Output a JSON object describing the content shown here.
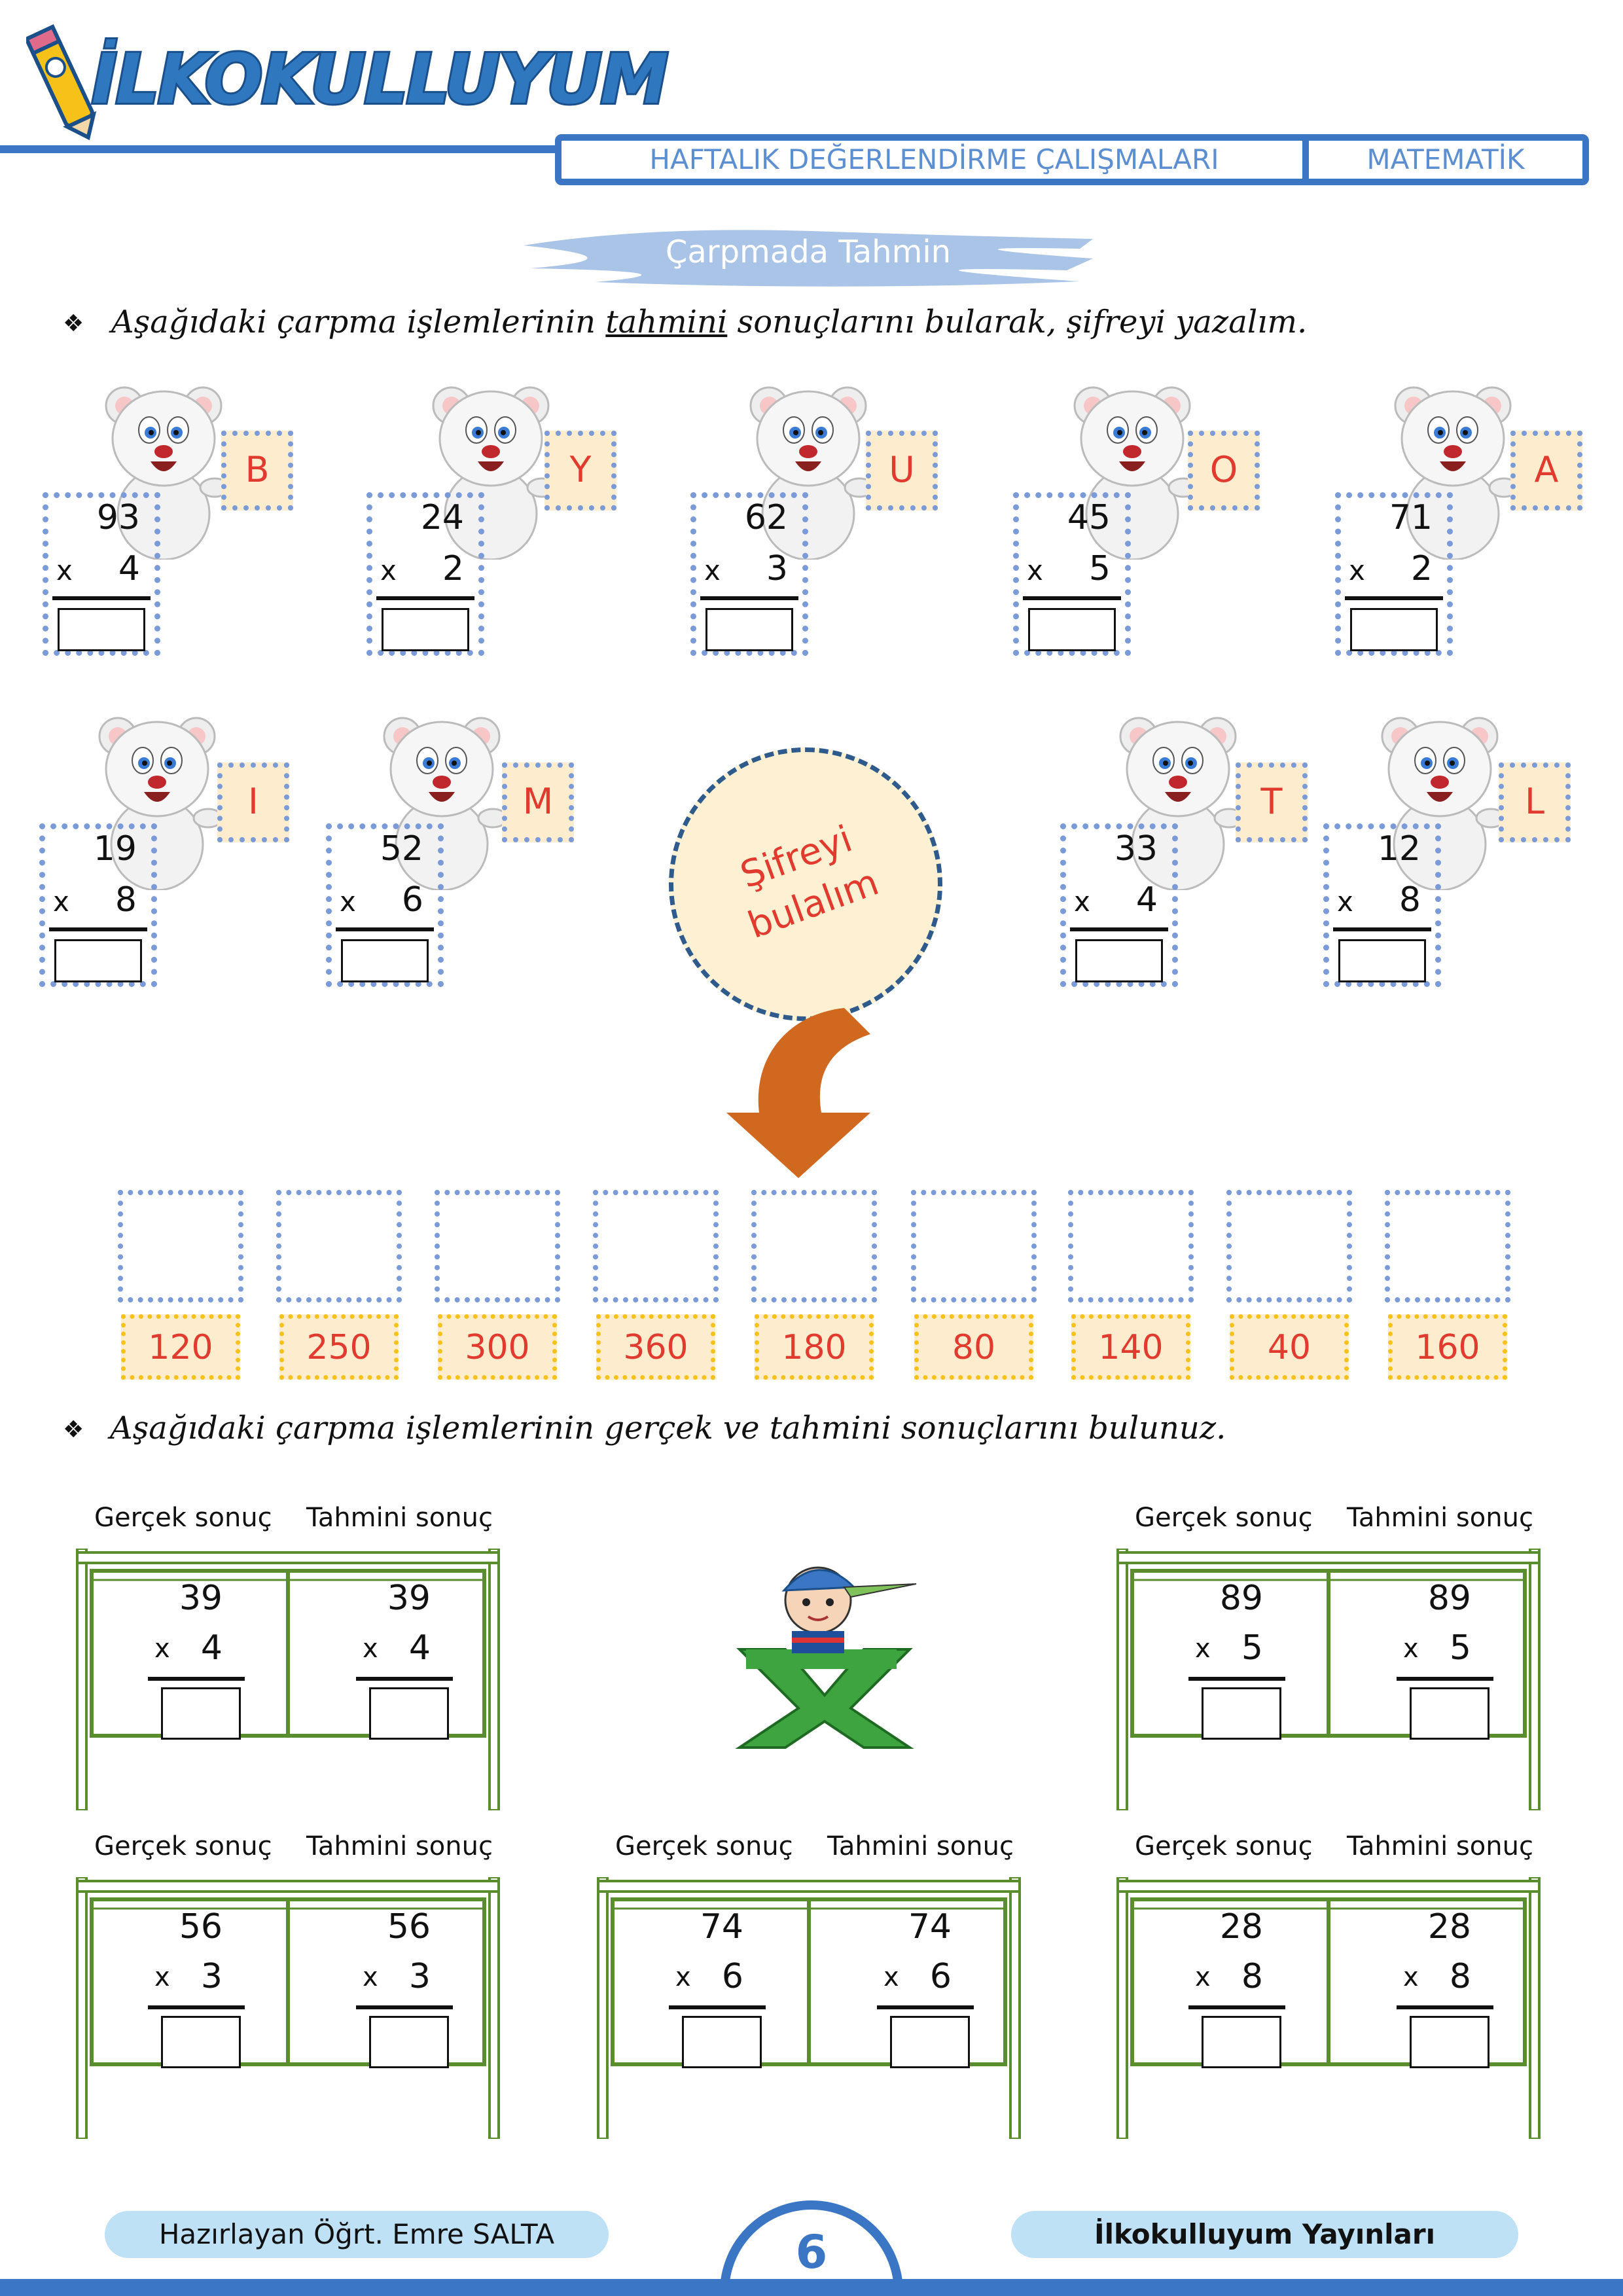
{
  "brand": {
    "logo_text": "İLKOKULLUYUM"
  },
  "header": {
    "title": "HAFTALIK DEĞERLENDİRME ÇALIŞMALARI",
    "subject": "MATEMATİK"
  },
  "topic": "Çarpmada Tahmin",
  "section1": {
    "instruction_pre": "Aşağıdaki çarpma işlemlerinin ",
    "instruction_em": "tahmini",
    "instruction_post": " sonuçlarını bularak, şifreyi yazalım.",
    "problems": [
      {
        "letter": "B",
        "a": "93",
        "b": "4"
      },
      {
        "letter": "Y",
        "a": "24",
        "b": "2"
      },
      {
        "letter": "U",
        "a": "62",
        "b": "3"
      },
      {
        "letter": "O",
        "a": "45",
        "b": "5"
      },
      {
        "letter": "A",
        "a": "71",
        "b": "2"
      },
      {
        "letter": "I",
        "a": "19",
        "b": "8"
      },
      {
        "letter": "M",
        "a": "52",
        "b": "6"
      },
      {
        "letter": "T",
        "a": "33",
        "b": "4"
      },
      {
        "letter": "L",
        "a": "12",
        "b": "8"
      }
    ],
    "times_symbol": "x",
    "cipher_label_1": "Şifreyi",
    "cipher_label_2": "bulalım",
    "answer_values": [
      "120",
      "250",
      "300",
      "360",
      "180",
      "80",
      "140",
      "40",
      "160"
    ]
  },
  "section2": {
    "instruction": "Aşağıdaki çarpma işlemlerinin gerçek ve tahmini sonuçlarını bulunuz.",
    "label_real": "Gerçek sonuç",
    "label_estimate": "Tahmini sonuç",
    "boards": [
      {
        "a": "39",
        "b": "4"
      },
      {
        "a": "89",
        "b": "5"
      },
      {
        "a": "56",
        "b": "3"
      },
      {
        "a": "74",
        "b": "6"
      },
      {
        "a": "28",
        "b": "8"
      }
    ]
  },
  "footer": {
    "author": "Hazırlayan Öğrt. Emre SALTA",
    "publisher": "İlkokulluyum Yayınları",
    "page": "6"
  },
  "colors": {
    "accent_blue": "#3a76c4",
    "red": "#e13b2f",
    "cream": "#fdeccd",
    "board_green": "#5a8d2e"
  }
}
